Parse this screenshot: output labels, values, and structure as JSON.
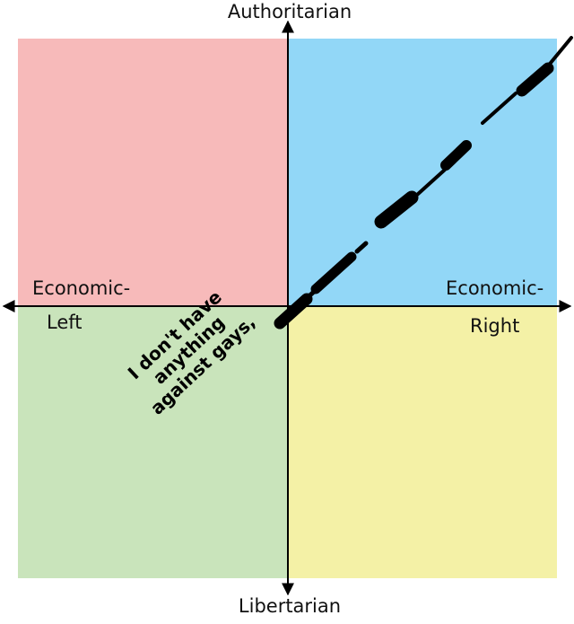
{
  "labels": {
    "top": "Authoritarian",
    "bottom": "Libertarian",
    "left_line1": "Economic-",
    "left_line2": "Left",
    "right_line1": "Economic-",
    "right_line2": "Right"
  },
  "quadrants": {
    "auth_left_color": "#f7baba",
    "auth_right_color": "#92d7f7",
    "lib_left_color": "#c9e4bb",
    "lib_right_color": "#f4f1a6"
  },
  "phrase": {
    "line1": "I don't have",
    "line2": "anything",
    "line3": "against gays,"
  }
}
